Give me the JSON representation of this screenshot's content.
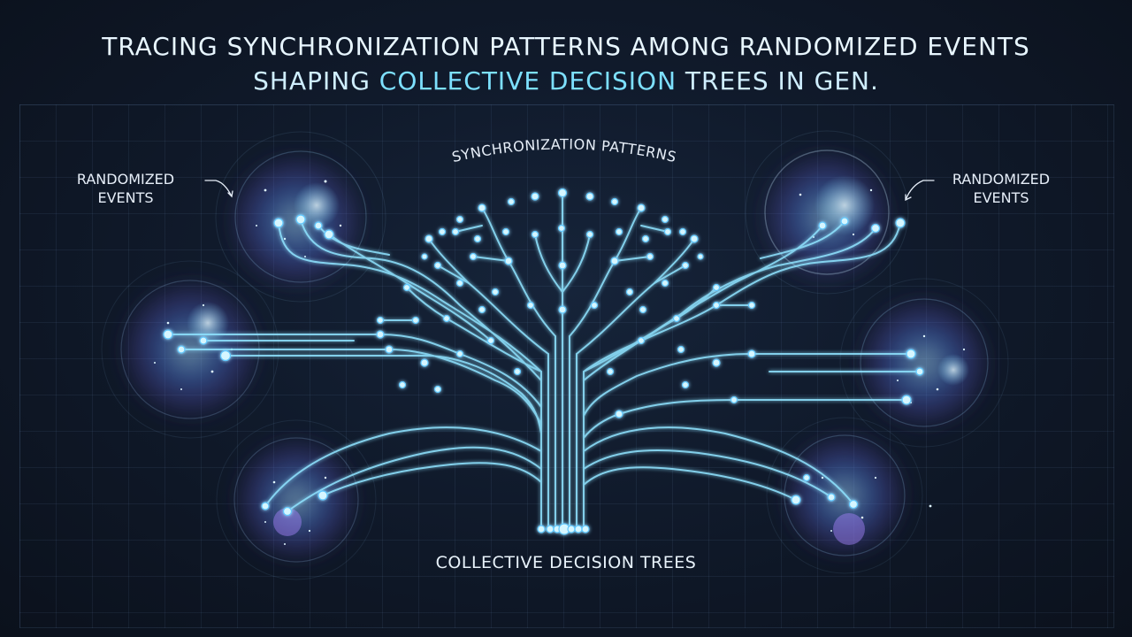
{
  "title": {
    "line1": "TRACING SYNCHRONIZATION PATTERNS AMONG RANDOMIZED EVENTS",
    "line2_part1": "SHAPING ",
    "line2_highlight": "COLLECTIVE DECISION",
    "line2_part2": " TREES IN GEN."
  },
  "labels": {
    "sync_patterns": "SYNCHRONIZATION PATTERNS",
    "randomized_events_left": {
      "line1": "RANDOMIZED",
      "line2": "EVENTS"
    },
    "randomized_events_right": {
      "line1": "RANDOMIZED",
      "line2": "EVENTS"
    },
    "collective_trees": "COLLECTIVE DECISION TREES"
  },
  "colors": {
    "background": "#0d1420",
    "line": "#8fe3ff",
    "node": "#d6f6ff",
    "nebula_blue": "#3f6bd6",
    "nebula_purple": "#8a6ee0",
    "nebula_cyan": "#7fe4ff"
  }
}
